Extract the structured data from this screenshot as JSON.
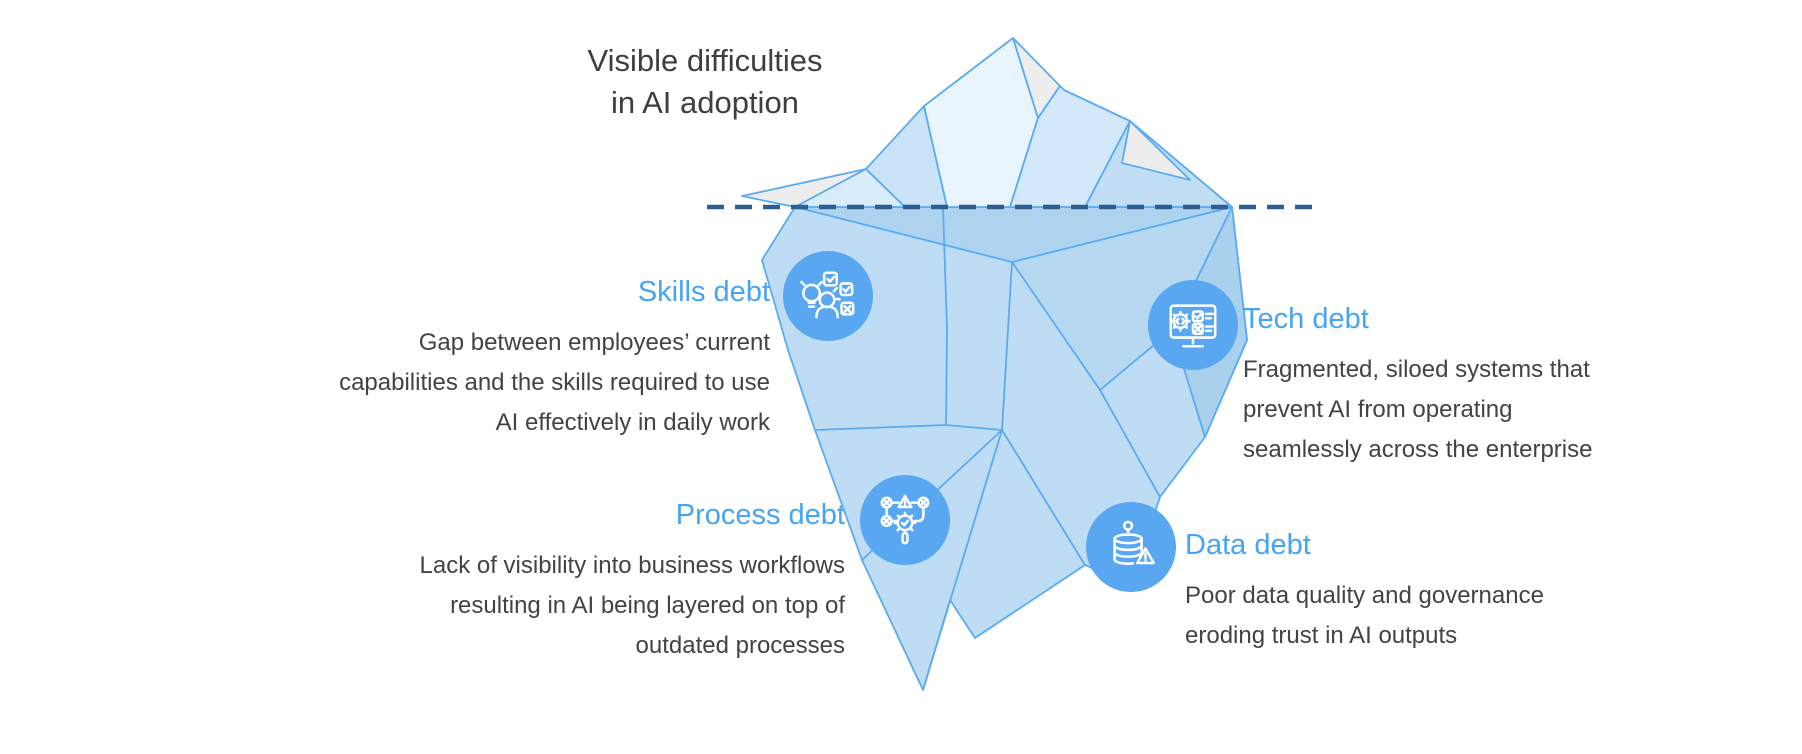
{
  "title": {
    "line1": "Visible difficulties",
    "line2": "in AI adoption"
  },
  "callouts": [
    {
      "id": "skills",
      "label": "Skills debt",
      "description": [
        "Gap between employees’ current",
        "capabilities and the skills required to use",
        "AI effectively in daily work"
      ],
      "icon": "skills-lightbulb-person-checklist-icon",
      "text_align": "right"
    },
    {
      "id": "tech",
      "label": "Tech debt",
      "description": [
        "Fragmented, siloed systems that",
        "prevent AI from operating",
        "seamlessly across the enterprise"
      ],
      "icon": "monitor-gear-checklist-icon",
      "text_align": "left"
    },
    {
      "id": "process",
      "label": "Process debt",
      "description": [
        "Lack of visibility into business workflows",
        "resulting in AI being layered on top of",
        "outdated processes"
      ],
      "icon": "workflow-gear-magnifier-icon",
      "text_align": "right"
    },
    {
      "id": "data",
      "label": "Data debt",
      "description": [
        "Poor data quality and governance",
        "eroding trust in AI outputs"
      ],
      "icon": "database-warning-icon",
      "text_align": "left"
    }
  ],
  "illustration": {
    "type": "low-poly-iceberg",
    "waterline_style": "dashed"
  },
  "colors": {
    "label_blue": "#47a4f4",
    "icon_circle_blue": "#58a7f0",
    "iceberg_stroke": "#5aabf1",
    "iceberg_above_water": "#eaf4fd",
    "iceberg_above_water_alt": "#cbe3f8",
    "iceberg_gray_facet": "#ededee",
    "iceberg_below_water": "#bedcf3",
    "iceberg_below_water_dark": "#aed3ef",
    "waterline_navy": "#2d5e8f",
    "body_text": "#434343",
    "title_text": "#3e3e3e",
    "background": "#ffffff"
  }
}
